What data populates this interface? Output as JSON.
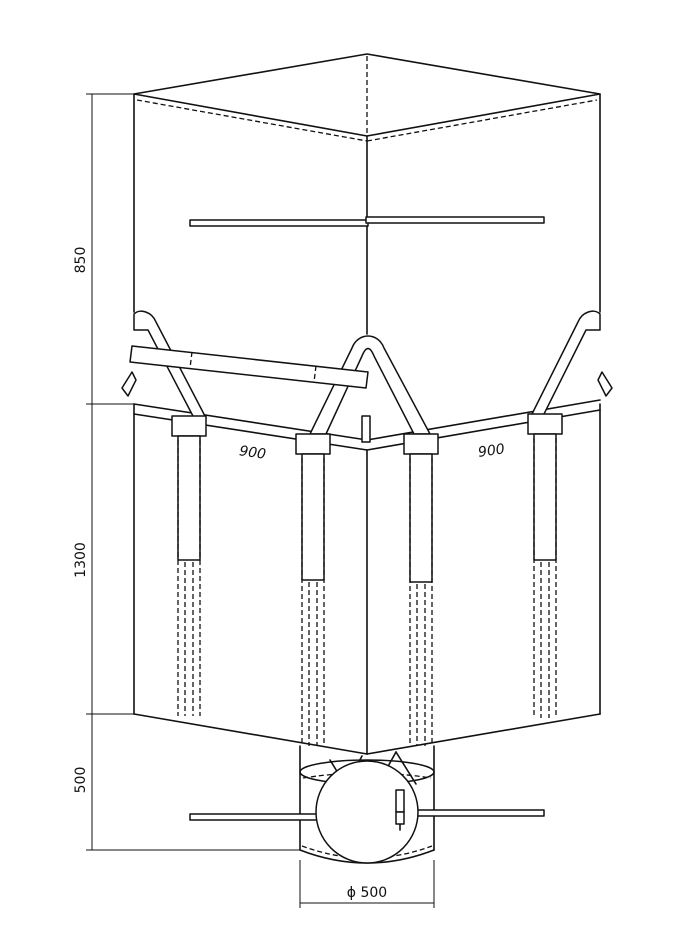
{
  "dimensions": {
    "height_top": "850",
    "height_body": "1300",
    "height_bottom": "500",
    "width_left": "900",
    "width_right": "900",
    "diameter_spout": "ϕ 500"
  }
}
